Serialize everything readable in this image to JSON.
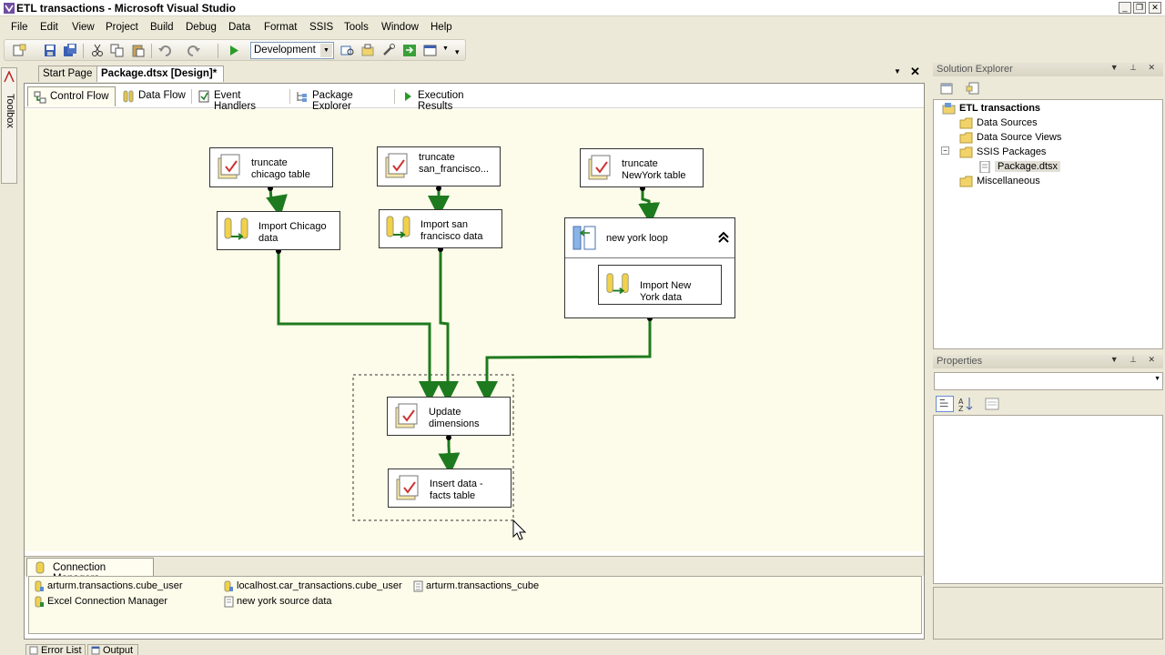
{
  "window": {
    "title": "ETL transactions - Microsoft Visual Studio"
  },
  "menu": [
    "File",
    "Edit",
    "View",
    "Project",
    "Build",
    "Debug",
    "Data",
    "Format",
    "SSIS",
    "Tools",
    "Window",
    "Help"
  ],
  "toolbar": {
    "configuration": "Development"
  },
  "toolbox": {
    "label": "Toolbox"
  },
  "doc_tabs": {
    "start": "Start Page",
    "package": "Package.dtsx [Design]*"
  },
  "designer_tabs": [
    "Control Flow",
    "Data Flow",
    "Event Handlers",
    "Package Explorer",
    "Execution Results"
  ],
  "tasks": {
    "truncate_chicago": "truncate\nchicago table",
    "import_chicago": "Import Chicago\ndata",
    "truncate_sf": "truncate\nsan_francisco...",
    "import_sf": "Import san\nfrancisco data",
    "truncate_ny": "truncate\nNewYork table",
    "loop": "new york loop",
    "import_ny": "Import New\nYork data",
    "update_dimensions": "Update\ndimensions",
    "insert_facts": "Insert data -\nfacts table"
  },
  "connection_managers": {
    "title": "Connection Managers",
    "items": [
      "arturm.transactions.cube_user",
      "localhost.car_transactions.cube_user",
      "arturm.transactions_cube",
      "Excel Connection Manager",
      "new york source data"
    ]
  },
  "bottom_tabs": [
    "Error List",
    "Output"
  ],
  "solution_explorer": {
    "title": "Solution Explorer",
    "root": "ETL transactions",
    "items": [
      "Data Sources",
      "Data Source Views",
      "SSIS Packages",
      "Package.dtsx",
      "Miscellaneous"
    ]
  },
  "properties": {
    "title": "Properties"
  },
  "colors": {
    "connector": "#1e7a1e",
    "canvas": "#fdfcea",
    "folder": "#f2d36a"
  }
}
